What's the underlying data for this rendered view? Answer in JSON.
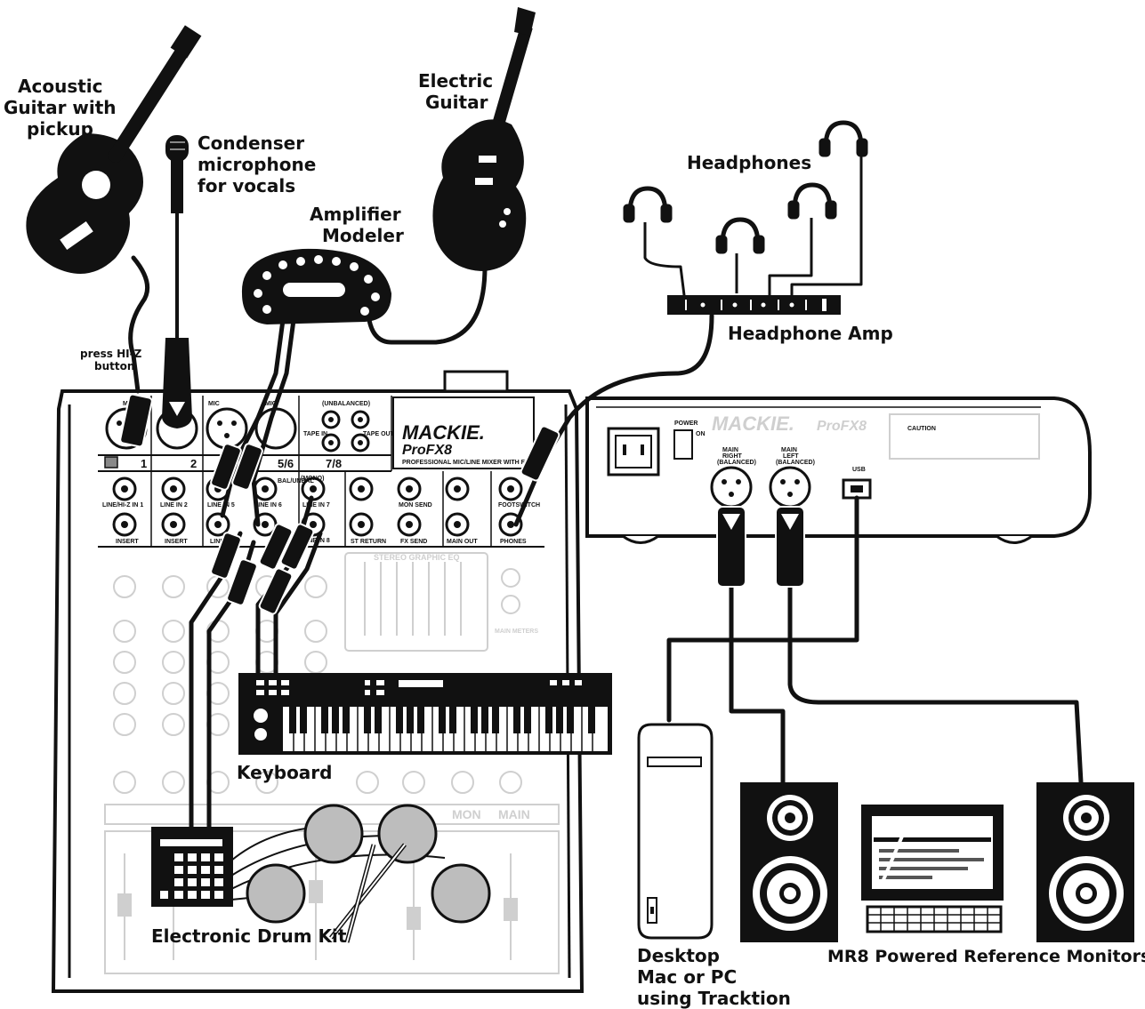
{
  "labels": {
    "acoustic_guitar": [
      "Acoustic",
      "Guitar with",
      "pickup"
    ],
    "condenser_mic": [
      "Condenser",
      "microphone",
      "for vocals"
    ],
    "electric_guitar": [
      "Electric",
      "Guitar"
    ],
    "amp_modeler": [
      "Amplifier",
      "Modeler"
    ],
    "headphones": "Headphones",
    "headphone_amp": "Headphone Amp",
    "hiz_note": [
      "press HI-Z",
      "button"
    ],
    "keyboard": "Keyboard",
    "drum_kit": "Electronic Drum Kit",
    "desktop": [
      "Desktop",
      "Mac or PC",
      "using Tracktion"
    ],
    "monitors": "MR8 Powered Reference Monitors"
  },
  "mixer": {
    "brand": "MACKIE.",
    "model": "ProFX8",
    "tagline": "PROFESSIONAL MIC/LINE MIXER WITH FX",
    "channels": [
      "1",
      "2",
      "5/6",
      "7/8"
    ],
    "mic_labels": [
      "MIC",
      "MIC",
      "MIC"
    ],
    "unbalanced": "(UNBALANCED)",
    "tape_in": "TAPE IN",
    "tape_out": "TAPE OUT",
    "jack_labels": [
      "LINE/HI-Z IN 1",
      "LINE IN 2",
      "LINE IN 5",
      "LINE IN 6",
      "LINE IN 7",
      "LINE IN 8",
      "MON SEND",
      "FOOTSWITCH"
    ],
    "bottom_labels": [
      "INSERT",
      "INSERT",
      "LINE IN",
      "ST RETURN",
      "FX SEND",
      "MAIN OUT",
      "PHONES"
    ],
    "mono": "(MONO)",
    "bal_unbal": "BAL/UNBAL",
    "eq_title": "STEREO GRAPHIC EQ",
    "mon": "MON",
    "main": "MAIN",
    "main_meters": "MAIN METERS"
  },
  "rear_panel": {
    "brand": "MACKIE.",
    "model": "ProFX8",
    "power": "POWER",
    "on": "ON",
    "caution": "CAUTION",
    "main_right": [
      "MAIN",
      "RIGHT",
      "(BALANCED)"
    ],
    "main_left": [
      "MAIN",
      "LEFT",
      "(BALANCED)"
    ],
    "usb": "USB"
  },
  "colors": {
    "ink": "#111111",
    "ghost": "#cfcfcf",
    "drum_pad": "#bdbdbd",
    "bg": "#ffffff"
  }
}
